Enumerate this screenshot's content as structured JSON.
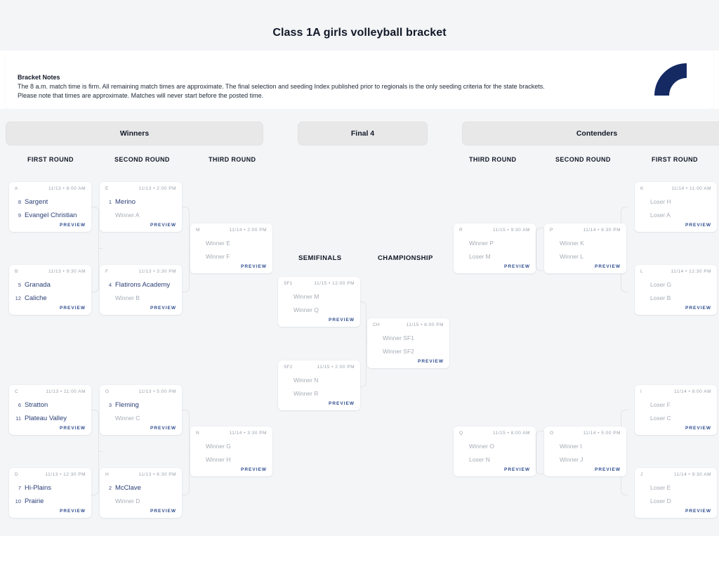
{
  "page": {
    "title": "Class 1A girls volleyball bracket",
    "bg_color": "#f4f5f7",
    "accent_color": "#152a63"
  },
  "notes": {
    "heading": "Bracket Notes",
    "line1": "The 8 a.m. match time is firm. All remaining match times are approximate. The final selection and seeding Index published prior to regionals is the only seeding criteria for the state brackets.",
    "line2": "Please note that times are approximate. Matches will never start before the posted time.",
    "logo_icon": "quarter-arc-logo"
  },
  "sections": {
    "winners": "Winners",
    "final4": "Final 4",
    "contenders": "Contenders"
  },
  "rounds": {
    "w_first": "FIRST ROUND",
    "w_second": "SECOND ROUND",
    "w_third": "THIRD ROUND",
    "c_third": "THIRD ROUND",
    "c_second": "SECOND ROUND",
    "c_first": "FIRST ROUND",
    "semifinals": "SEMIFINALS",
    "championship": "CHAMPIONSHIP"
  },
  "preview_label": "PREVIEW",
  "matches": {
    "A": {
      "code": "A",
      "when": "11/13 • 8:00 AM",
      "t1_seed": "8",
      "t1": "Sargent",
      "t1_ph": false,
      "t2_seed": "9",
      "t2": "Evangel Christian",
      "t2_ph": false
    },
    "B": {
      "code": "B",
      "when": "11/13 • 9:30 AM",
      "t1_seed": "5",
      "t1": "Granada",
      "t1_ph": false,
      "t2_seed": "12",
      "t2": "Caliche",
      "t2_ph": false
    },
    "C": {
      "code": "C",
      "when": "11/13 • 11:00 AM",
      "t1_seed": "6",
      "t1": "Stratton",
      "t1_ph": false,
      "t2_seed": "11",
      "t2": "Plateau Valley",
      "t2_ph": false
    },
    "D": {
      "code": "D",
      "when": "11/13 • 12:30 PM",
      "t1_seed": "7",
      "t1": "Hi-Plains",
      "t1_ph": false,
      "t2_seed": "10",
      "t2": "Prairie",
      "t2_ph": false
    },
    "E": {
      "code": "E",
      "when": "11/13 • 2:00 PM",
      "t1_seed": "1",
      "t1": "Merino",
      "t1_ph": false,
      "t2_seed": "",
      "t2": "Winner A",
      "t2_ph": true
    },
    "F": {
      "code": "F",
      "when": "11/13 • 3:30 PM",
      "t1_seed": "4",
      "t1": "Flatirons Academy",
      "t1_ph": false,
      "t2_seed": "",
      "t2": "Winner B",
      "t2_ph": true
    },
    "G": {
      "code": "G",
      "when": "11/13 • 5:00 PM",
      "t1_seed": "3",
      "t1": "Fleming",
      "t1_ph": false,
      "t2_seed": "",
      "t2": "Winner C",
      "t2_ph": true
    },
    "H": {
      "code": "H",
      "when": "11/13 • 6:30 PM",
      "t1_seed": "2",
      "t1": "McClave",
      "t1_ph": false,
      "t2_seed": "",
      "t2": "Winner D",
      "t2_ph": true
    },
    "M": {
      "code": "M",
      "when": "11/14 • 2:00 PM",
      "t1_seed": "",
      "t1": "Winner E",
      "t1_ph": true,
      "t2_seed": "",
      "t2": "Winner F",
      "t2_ph": true
    },
    "N": {
      "code": "N",
      "when": "11/14 • 3:30 PM",
      "t1_seed": "",
      "t1": "Winner G",
      "t1_ph": true,
      "t2_seed": "",
      "t2": "Winner H",
      "t2_ph": true
    },
    "SF1": {
      "code": "SF1",
      "when": "11/15 • 12:00 PM",
      "t1_seed": "",
      "t1": "Winner M",
      "t1_ph": true,
      "t2_seed": "",
      "t2": "Winner Q",
      "t2_ph": true
    },
    "SF2": {
      "code": "SF2",
      "when": "11/15 • 2:00 PM",
      "t1_seed": "",
      "t1": "Winner N",
      "t1_ph": true,
      "t2_seed": "",
      "t2": "Winner R",
      "t2_ph": true
    },
    "CH": {
      "code": "CH",
      "when": "11/15 • 6:00 PM",
      "t1_seed": "",
      "t1": "Winner SF1",
      "t1_ph": true,
      "t2_seed": "",
      "t2": "Winner SF2",
      "t2_ph": true
    },
    "R": {
      "code": "R",
      "when": "11/15 • 9:30 AM",
      "t1_seed": "",
      "t1": "Winner P",
      "t1_ph": true,
      "t2_seed": "",
      "t2": "Loser M",
      "t2_ph": true
    },
    "Q": {
      "code": "Q",
      "when": "11/15 • 8:00 AM",
      "t1_seed": "",
      "t1": "Winner O",
      "t1_ph": true,
      "t2_seed": "",
      "t2": "Loser N",
      "t2_ph": true
    },
    "P": {
      "code": "P",
      "when": "11/14 • 6:30 PM",
      "t1_seed": "",
      "t1": "Winner K",
      "t1_ph": true,
      "t2_seed": "",
      "t2": "Winner L",
      "t2_ph": true
    },
    "O": {
      "code": "O",
      "when": "11/14 • 5:00 PM",
      "t1_seed": "",
      "t1": "Winner I",
      "t1_ph": true,
      "t2_seed": "",
      "t2": "Winner J",
      "t2_ph": true
    },
    "K": {
      "code": "K",
      "when": "11/14 • 11:00 AM",
      "t1_seed": "",
      "t1": "Loser H",
      "t1_ph": true,
      "t2_seed": "",
      "t2": "Loser A",
      "t2_ph": true
    },
    "L": {
      "code": "L",
      "when": "11/14 • 12:30 PM",
      "t1_seed": "",
      "t1": "Loser G",
      "t1_ph": true,
      "t2_seed": "",
      "t2": "Loser B",
      "t2_ph": true
    },
    "I": {
      "code": "I",
      "when": "11/14 • 8:00 AM",
      "t1_seed": "",
      "t1": "Loser F",
      "t1_ph": true,
      "t2_seed": "",
      "t2": "Loser C",
      "t2_ph": true
    },
    "J": {
      "code": "J",
      "when": "11/14 • 9:30 AM",
      "t1_seed": "",
      "t1": "Loser E",
      "t1_ph": true,
      "t2_seed": "",
      "t2": "Loser D",
      "t2_ph": true
    }
  }
}
